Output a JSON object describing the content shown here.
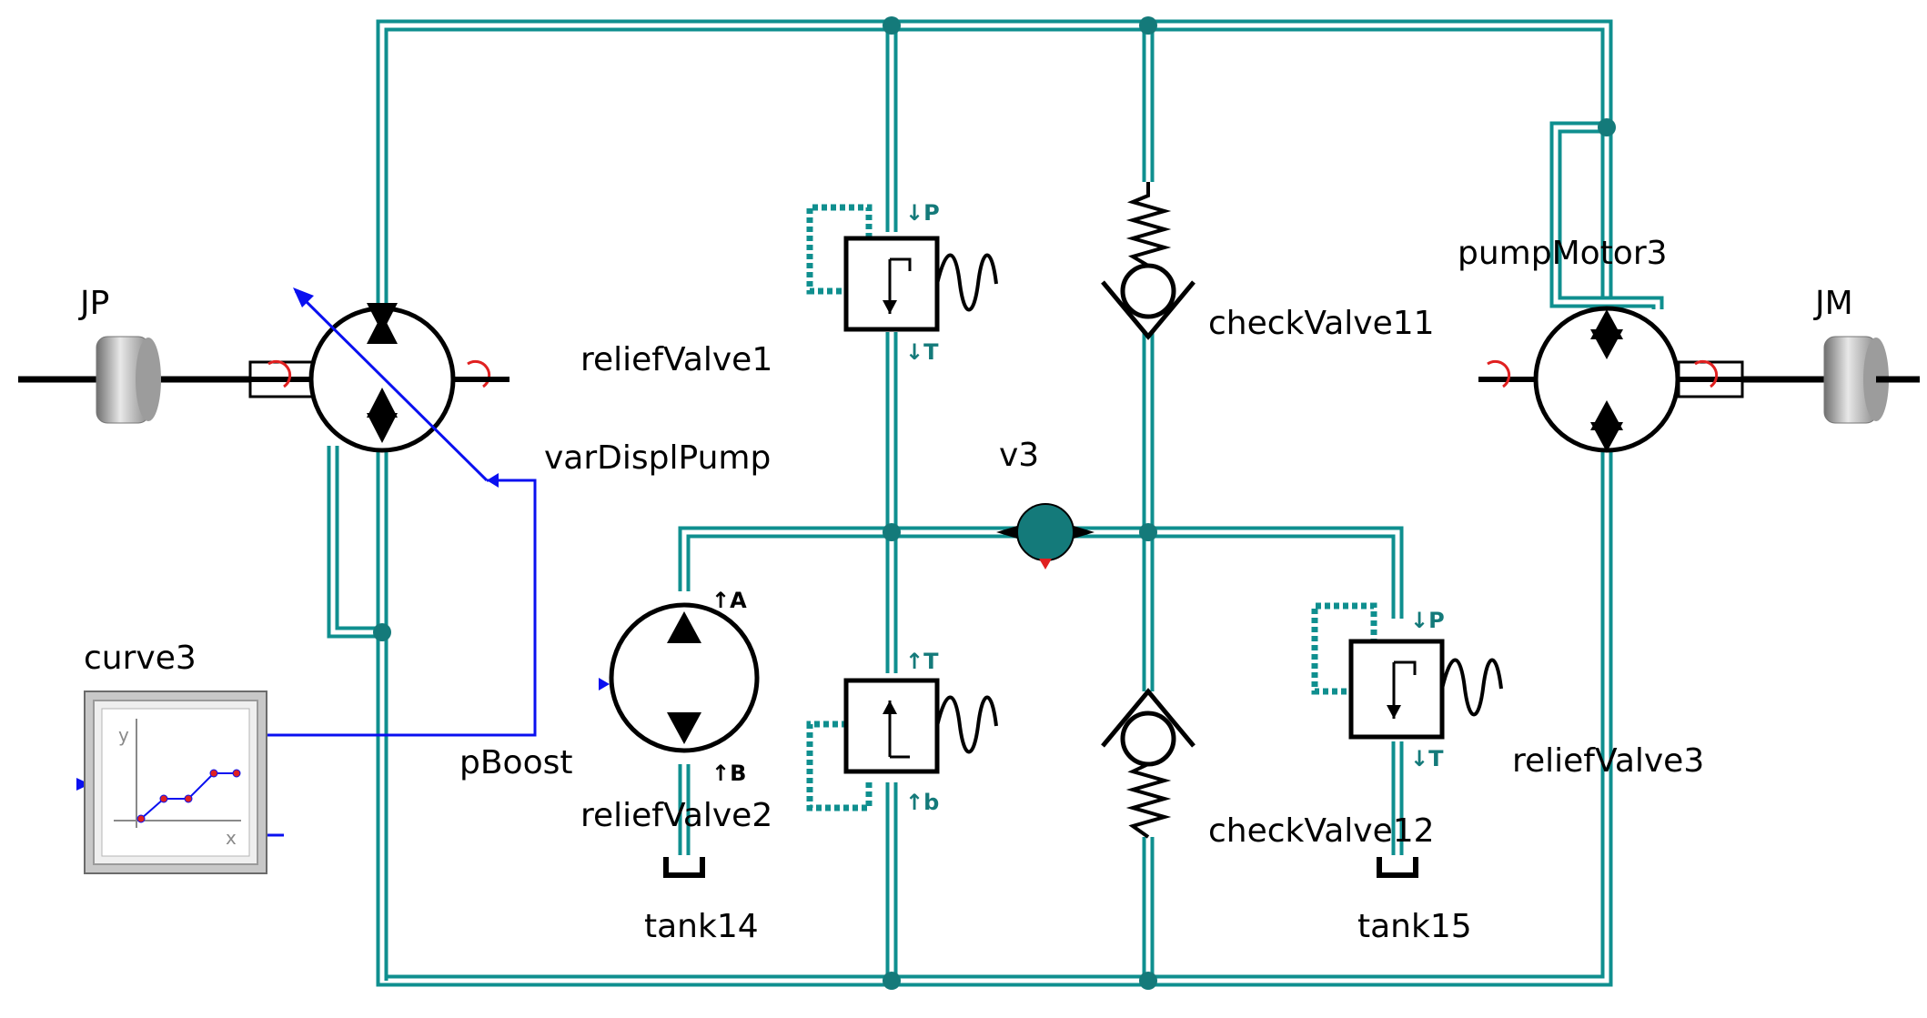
{
  "colors": {
    "pipe": "#0f8f8f",
    "pipe_light": "#bfe5e5",
    "signal": "#0a10f0",
    "background": "#ffffff",
    "ink": "#000000",
    "node": "#147a7a",
    "marker_red": "#e02020"
  },
  "labels": {
    "jp": "JP",
    "jm": "JM",
    "varDisplPump": "varDisplPump",
    "reliefValve1": "reliefValve1",
    "checkValve11": "checkValve11",
    "pumpMotor3": "pumpMotor3",
    "v3": "v3",
    "curve3": "curve3",
    "pBoost": "pBoost",
    "reliefValve2": "reliefValve2",
    "checkValve12": "checkValve12",
    "reliefValve3": "reliefValve3",
    "tank14": "tank14",
    "tank15": "tank15"
  },
  "ports": {
    "rv1_p": "P",
    "rv1_t": "T",
    "rv2_t": "T",
    "rv2_b": "b",
    "rv3_p": "P",
    "rv3_t": "T",
    "boost_a": "A",
    "boost_b": "B"
  },
  "curve_icon": {
    "y_axis": "y",
    "x_axis": "x"
  }
}
